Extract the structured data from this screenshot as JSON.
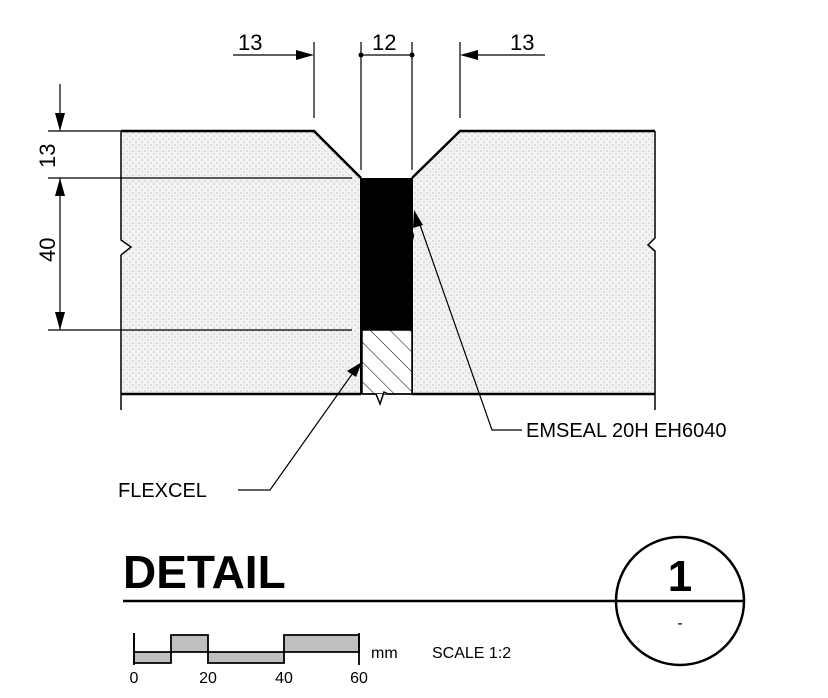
{
  "dimensions": {
    "top_left": "13",
    "top_gap": "12",
    "top_right": "13",
    "left_upper": "13",
    "left_lower": "40"
  },
  "labels": {
    "seal": "EMSEAL 20H EH6040",
    "filler": "FLEXCEL"
  },
  "title_block": {
    "title": "DETAIL",
    "number": "1",
    "sheet": "-"
  },
  "scale_bar": {
    "ticks": [
      "0",
      "20",
      "40",
      "60"
    ],
    "unit": "mm",
    "scale_text": "SCALE 1:2"
  },
  "colors": {
    "line": "#000000",
    "concrete_fill": "#efefef",
    "seal_fill": "#000000",
    "scale_fill": "#bfbfbf"
  }
}
